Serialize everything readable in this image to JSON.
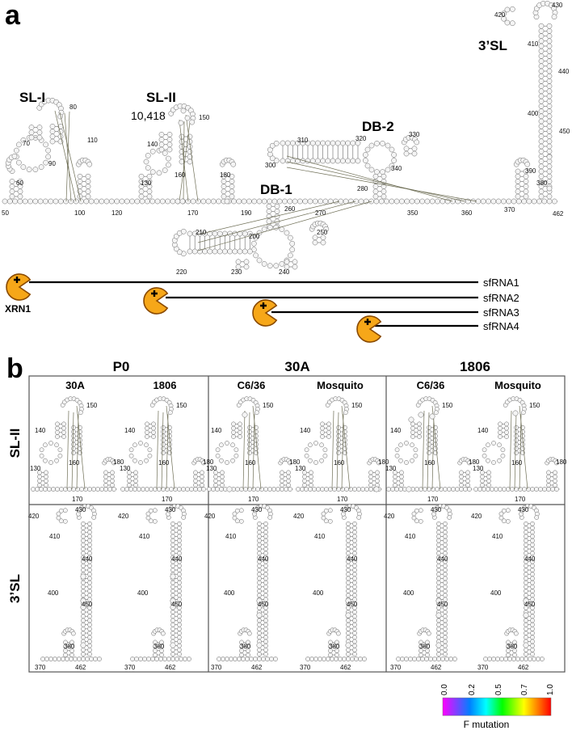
{
  "panel_a": {
    "letter": "a",
    "structures": {
      "sl1": "SL-I",
      "sl2": "SL-II",
      "db1": "DB-1",
      "db2": "DB-2",
      "sl3": "3’SL"
    },
    "highlight_position": "10,418",
    "numbers": [
      "50",
      "60",
      "70",
      "80",
      "90",
      "100",
      "110",
      "120",
      "130",
      "140",
      "150",
      "160",
      "170",
      "180",
      "190",
      "200",
      "210",
      "220",
      "230",
      "240",
      "250",
      "260",
      "270",
      "280",
      "300",
      "310",
      "320",
      "330",
      "340",
      "350",
      "360",
      "370",
      "380",
      "390",
      "400",
      "410",
      "420",
      "430",
      "440",
      "450",
      "462"
    ],
    "enzyme_label": "XRN1",
    "sfrnas": [
      "sfRNA1",
      "sfRNA2",
      "sfRNA3",
      "sfRNA4"
    ]
  },
  "panel_b": {
    "letter": "b",
    "groups": [
      {
        "title": "P0",
        "cols": [
          "30A",
          "1806"
        ]
      },
      {
        "title": "30A",
        "cols": [
          "C6/36",
          "Mosquito"
        ]
      },
      {
        "title": "1806",
        "cols": [
          "C6/36",
          "Mosquito"
        ]
      }
    ],
    "rows": [
      "SL-II",
      "3’SL"
    ],
    "sl2_numbers": [
      "140",
      "150",
      "130",
      "160",
      "180",
      "170"
    ],
    "sl3_numbers": [
      "420",
      "430",
      "410",
      "440",
      "400",
      "450",
      "380",
      "370",
      "462"
    ]
  },
  "colorbar": {
    "label": "F mutation",
    "ticks": [
      "0.0",
      "0.2",
      "0.5",
      "0.7",
      "1.0"
    ],
    "colors": [
      "#ff00ff",
      "#00ffff",
      "#00ff00",
      "#ffff00",
      "#ff0000"
    ]
  }
}
